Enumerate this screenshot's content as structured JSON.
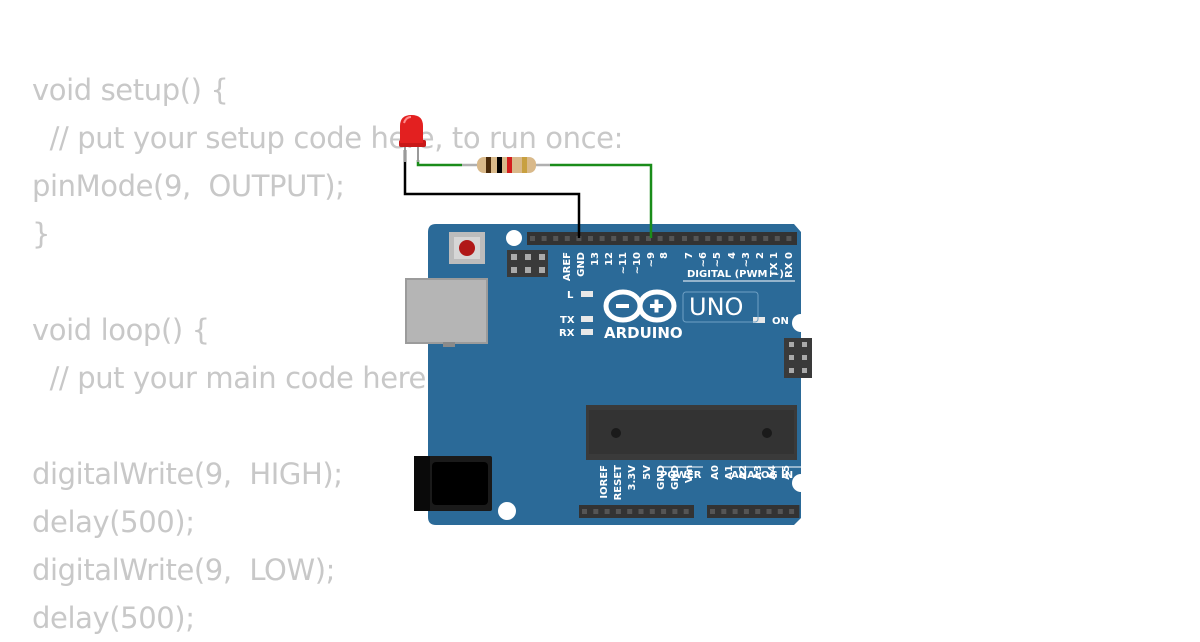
{
  "code": {
    "lines": [
      "void setup() {",
      "  // put your setup code here, to run once:",
      "pinMode(9,  OUTPUT);",
      "}",
      "",
      "void loop() {",
      "  // put your main code here",
      "",
      "digitalWrite(9,  HIGH);",
      "delay(500);",
      "digitalWrite(9,  LOW);",
      "delay(500);"
    ]
  },
  "board": {
    "brand": "ARDUINO",
    "model": "UNO",
    "digital_header_label": "DIGITAL (PWM ~)",
    "power_header_label": "POWER",
    "analog_header_label": "ANALOG IN",
    "led_l": "L",
    "led_tx": "TX",
    "led_rx": "RX",
    "led_on": "ON",
    "top_pins": [
      "AREF",
      "GND",
      "13",
      "12",
      "~11",
      "~10",
      "~9",
      "8",
      "7",
      "~6",
      "~5",
      "4",
      "~3",
      "2",
      "TX 1",
      "RX 0"
    ],
    "bottom_pins": [
      "IOREF",
      "RESET",
      "3.3V",
      "5V",
      "GND",
      "GND",
      "Vin",
      "A0",
      "A1",
      "A2",
      "A3",
      "A4",
      "A5"
    ]
  },
  "colors": {
    "board": "#2b6a98",
    "wire_gnd": "#000000",
    "wire_signal": "#1a8c1a",
    "led": "#e32020",
    "chip": "#333333",
    "code_text": "#c8c8c8"
  }
}
